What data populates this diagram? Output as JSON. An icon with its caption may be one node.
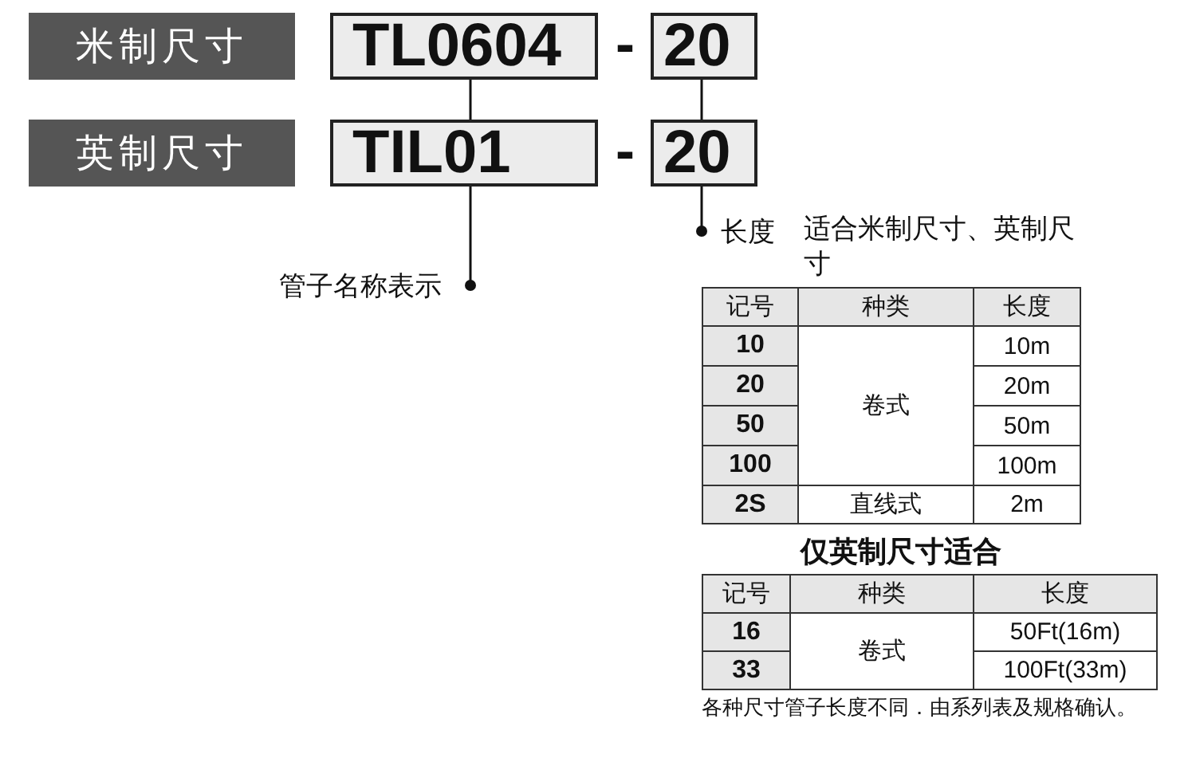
{
  "diagram": {
    "nodes": [
      {
        "text": [
          "米制尺寸"
        ]
      },
      {
        "text": [
          "TL0604"
        ]
      },
      {
        "text": [
          "20"
        ]
      },
      {
        "text": [
          "英制尺寸"
        ]
      },
      {
        "text": [
          "TIL01"
        ]
      },
      {
        "text": [
          "20"
        ]
      },
      {
        "text": [
          "管子名称表示"
        ]
      },
      {
        "text": [
          "长度"
        ],
        "beside": [
          "适合米制尺寸、英制尺寸"
        ]
      }
    ],
    "edges": [
      {
        "from": 1,
        "to": 4,
        "arrow": "none"
      },
      {
        "from": 4,
        "to": 6,
        "arrow": "other"
      },
      {
        "from": 2,
        "to": 5,
        "arrow": "none"
      },
      {
        "from": 5,
        "to": 7,
        "arrow": "other"
      }
    ],
    "labels": [
      "-",
      "-",
      "记号",
      "种类",
      "长度",
      "10",
      "卷式",
      "10m",
      "20",
      "20m",
      "50",
      "50m",
      "100",
      "100m",
      "2S",
      "直线式",
      "2m",
      "仅英制尺寸适合",
      "记号",
      "种类",
      "长度",
      "16",
      "卷式",
      "50Ft(16m)",
      "33",
      "100Ft(33m)",
      "各种尺寸管子长度不同．由系列表及规格确认。"
    ]
  }
}
